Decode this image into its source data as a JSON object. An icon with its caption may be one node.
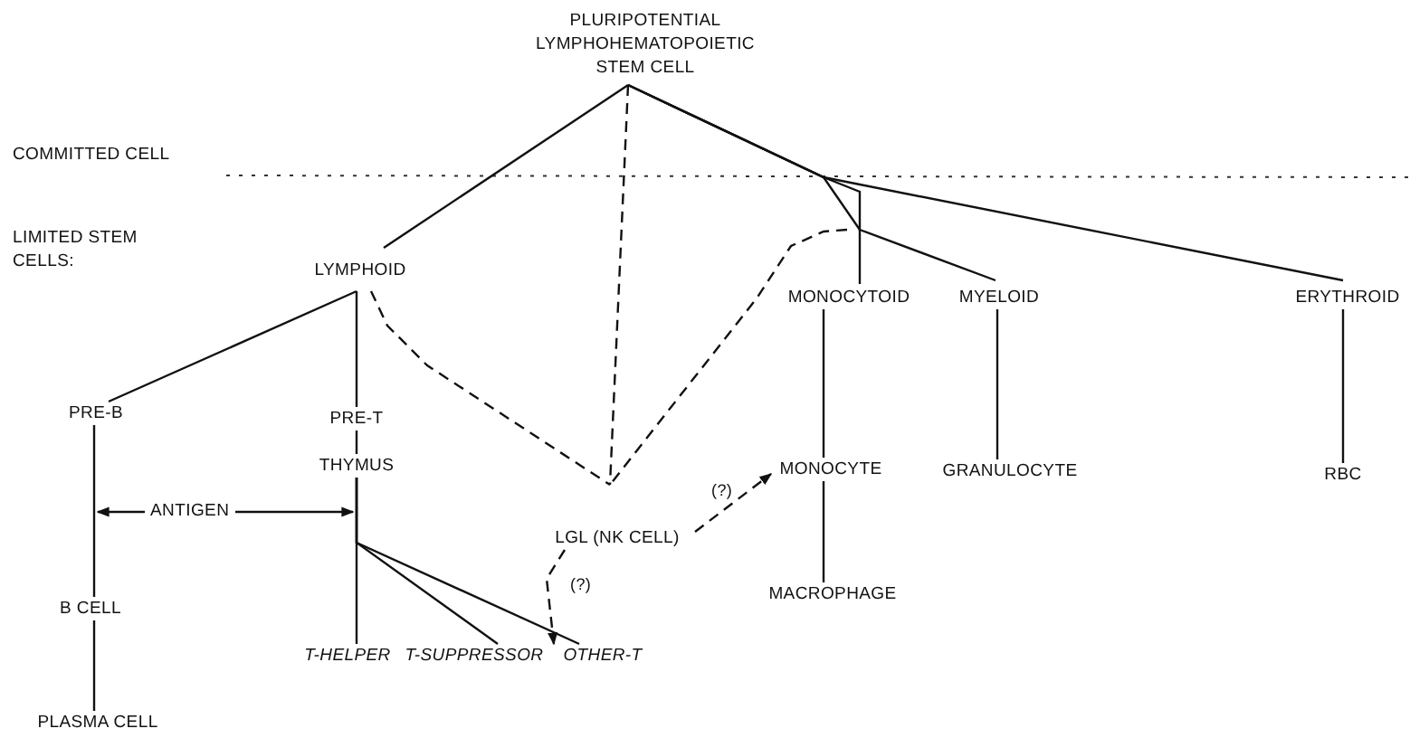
{
  "diagram": {
    "nodes": [
      {
        "text": [
          "PLURIPOTENTIAL LYMPHOHEMATOPOIETIC STEM CELL"
        ]
      },
      {
        "text": [
          "LYMPHOID"
        ]
      },
      {
        "text": [
          "MONOCYTOID"
        ]
      },
      {
        "text": [
          "MYELOID"
        ]
      },
      {
        "text": [
          "ERYTHROID"
        ]
      },
      {
        "text": [
          "PRE-B"
        ]
      },
      {
        "text": [
          "PRE-T"
        ]
      },
      {
        "text": [
          "THYMUS"
        ]
      },
      {
        "text": [
          "MONOCYTE"
        ]
      },
      {
        "text": [
          "GRANULOCYTE"
        ]
      },
      {
        "text": [
          "RBC"
        ]
      },
      {
        "text": [
          "LGL (NK CELL)"
        ]
      },
      {
        "text": [
          "B CELL"
        ]
      },
      {
        "text": [
          "MACROPHAGE"
        ]
      },
      {
        "text": [
          "T-HELPER"
        ]
      },
      {
        "text": [
          "T-SUPPRESSOR"
        ]
      },
      {
        "text": [
          "OTHER-T"
        ]
      },
      {
        "text": [
          "PLASMA CELL"
        ]
      }
    ],
    "edges": [
      {
        "from": 0,
        "to": 1,
        "arrow": "none"
      },
      {
        "from": 0,
        "to": 2,
        "arrow": "none"
      },
      {
        "from": 0,
        "to": 3,
        "arrow": "none"
      },
      {
        "from": 0,
        "to": 4,
        "arrow": "none"
      },
      {
        "from": 1,
        "to": 5,
        "arrow": "none"
      },
      {
        "from": 1,
        "to": 6,
        "arrow": "none"
      },
      {
        "from": 6,
        "to": 7,
        "arrow": "none"
      },
      {
        "from": 5,
        "to": 12,
        "arrow": "none"
      },
      {
        "from": 12,
        "to": 17,
        "arrow": "none"
      },
      {
        "from": 7,
        "to": 14,
        "arrow": "none"
      },
      {
        "from": 7,
        "to": 15,
        "arrow": "none"
      },
      {
        "from": 7,
        "to": 16,
        "arrow": "none"
      },
      {
        "from": 2,
        "to": 8,
        "arrow": "none"
      },
      {
        "from": 8,
        "to": 13,
        "arrow": "none"
      },
      {
        "from": 3,
        "to": 9,
        "arrow": "none"
      },
      {
        "from": 4,
        "to": 10,
        "arrow": "none"
      },
      {
        "from": 0,
        "to": 11,
        "arrow": "none",
        "style": "dashed"
      },
      {
        "from": 1,
        "to": 11,
        "arrow": "none",
        "style": "dashed"
      },
      {
        "from": 2,
        "to": 11,
        "arrow": "none",
        "style": "dashed"
      },
      {
        "from": 11,
        "to": 8,
        "arrow": "to",
        "style": "dashed",
        "label": "(?)"
      },
      {
        "from": 11,
        "to": 16,
        "arrow": "to",
        "style": "dashed",
        "label": "(?)"
      }
    ],
    "labels": [
      "COMMITTED CELL",
      "LIMITED STEM CELLS:",
      "ANTIGEN"
    ]
  }
}
